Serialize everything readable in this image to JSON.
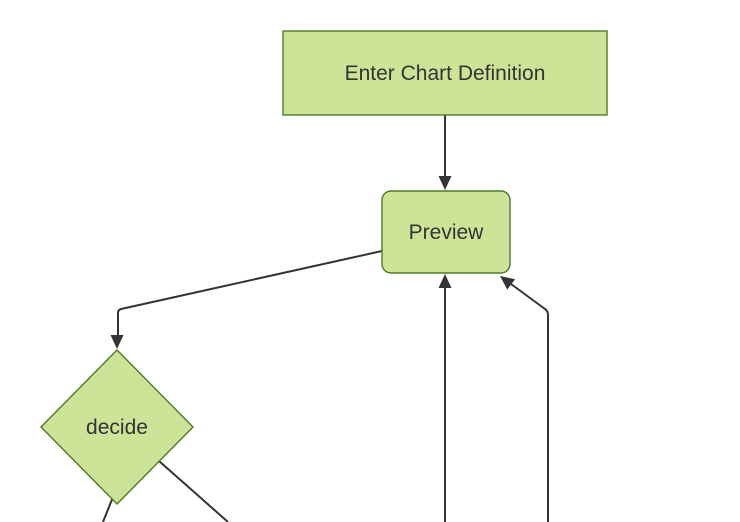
{
  "diagram": {
    "type": "flowchart",
    "direction": "top-down",
    "background_color": "#ffffff",
    "colors": {
      "node_fill": "#cde498",
      "node_border": "#4d7a29",
      "edge_line": "#333333",
      "label_text": "#333333"
    },
    "nodes": [
      {
        "id": "enter-chart-definition",
        "label": "Enter Chart Definition",
        "shape": "rectangle"
      },
      {
        "id": "preview",
        "label": "Preview",
        "shape": "rounded-rectangle"
      },
      {
        "id": "decide",
        "label": "decide",
        "shape": "diamond"
      }
    ],
    "edges": [
      {
        "from": "enter-chart-definition",
        "to": "preview",
        "arrowhead": true,
        "note": "straight vertical arrow"
      },
      {
        "from": "preview",
        "to": "decide",
        "arrowhead": true,
        "note": "diagonal from left side of Preview, bends to vertical into diamond top"
      },
      {
        "from": "offscreen-bottom",
        "to": "preview",
        "arrowhead": true,
        "note": "vertical line from bottom edge of view into Preview bottom center"
      },
      {
        "from": "offscreen-bottom",
        "to": "preview",
        "arrowhead": true,
        "note": "vertical line from bottom edge bending up-left into Preview bottom-right corner"
      },
      {
        "from": "decide",
        "to": "offscreen-bottom",
        "arrowhead": false,
        "note": "line cut off at bottom edge of view"
      },
      {
        "from": "decide",
        "to": "offscreen-bottom",
        "arrowhead": false,
        "note": "diagonal line cut off at bottom edge of view"
      }
    ]
  }
}
